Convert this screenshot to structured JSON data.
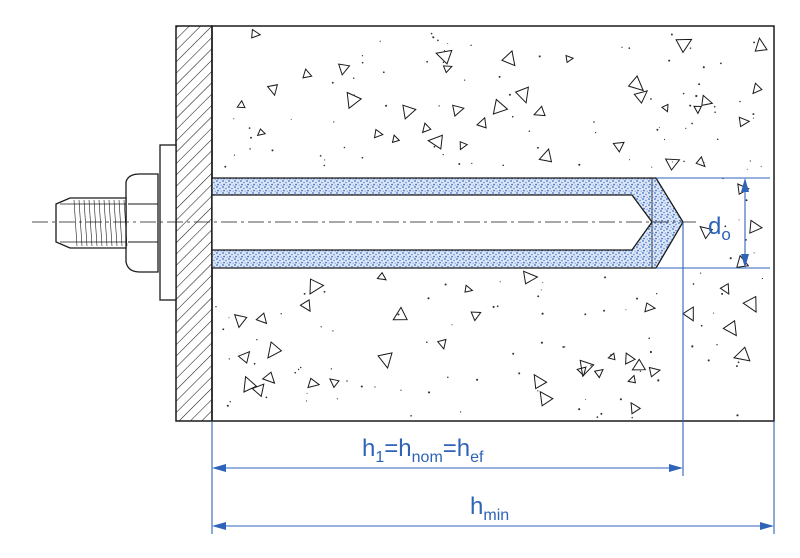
{
  "labels": {
    "hole_diameter": {
      "base": "d",
      "sub": "o"
    },
    "embedment_depth": {
      "parts": [
        {
          "base": "h",
          "sub": "1"
        },
        {
          "text": "="
        },
        {
          "base": "h",
          "sub": "nom"
        },
        {
          "text": "="
        },
        {
          "base": "h",
          "sub": "ef"
        }
      ]
    },
    "min_thickness": {
      "base": "h",
      "sub": "min"
    }
  },
  "colors": {
    "line": "#1a1a1a",
    "dimension": "#2e63b8",
    "mortar": "#5b86cf"
  },
  "icons": [
    "arrow-head-icon",
    "hatch-pattern"
  ]
}
